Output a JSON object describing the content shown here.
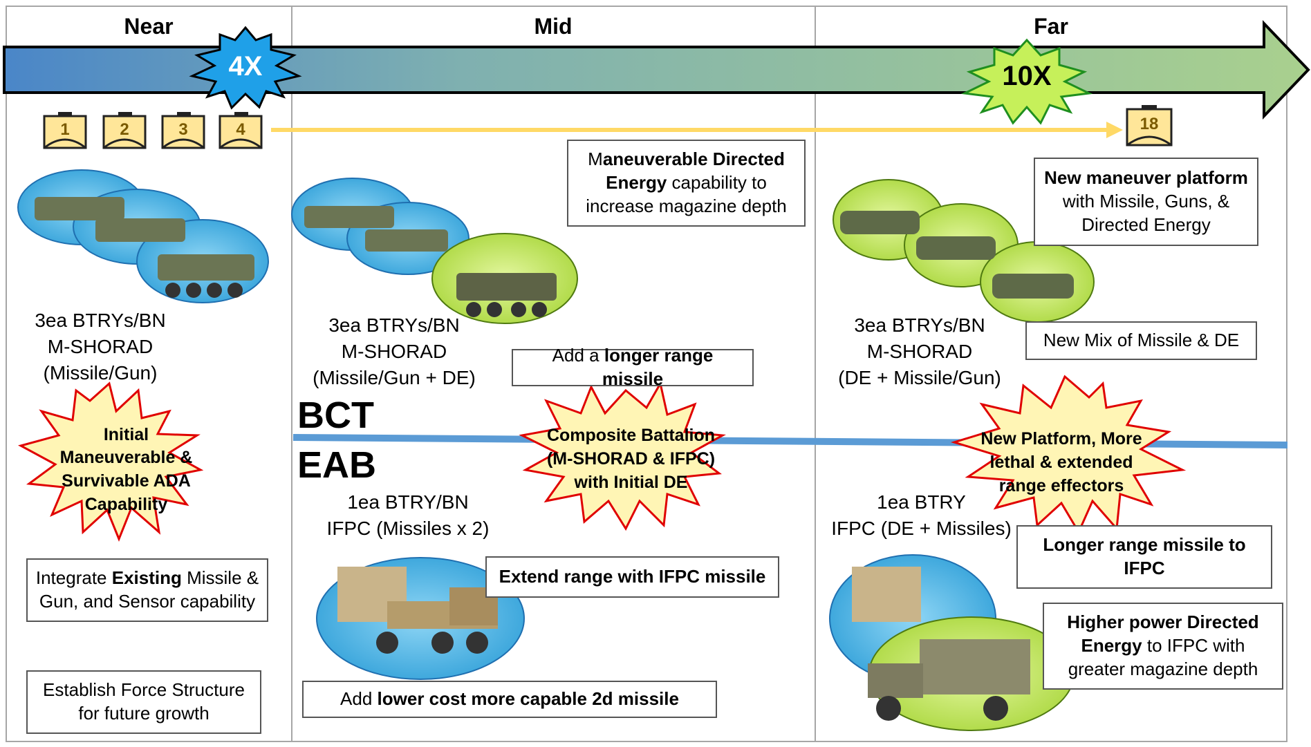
{
  "phases": {
    "near": "Near",
    "mid": "Mid",
    "far": "Far"
  },
  "multipliers": {
    "near": "4X",
    "far": "10X"
  },
  "battery_badges": [
    "1",
    "2",
    "3",
    "4",
    "18"
  ],
  "layers": {
    "bct": "BCT",
    "eab": "EAB"
  },
  "near": {
    "bct_label": [
      "3ea BTRYs/BN",
      "M-SHORAD",
      "(Missile/Gun)"
    ],
    "star": "Initial Maneuverable & Survivable ADA Capability",
    "box_integrate": {
      "pre": "Integrate ",
      "bold": "Existing",
      "post": " Missile & Gun, and Sensor capability"
    },
    "box_establish": "Establish Force Structure for future growth"
  },
  "mid": {
    "box_de": {
      "pre": "M",
      "bold": "aneuverable Directed Energy",
      "post": " capability to increase magazine depth"
    },
    "bct_label": [
      "3ea BTRYs/BN",
      "M-SHORAD",
      "(Missile/Gun + DE)"
    ],
    "box_longer": {
      "pre": "Add a ",
      "bold": "longer range missile"
    },
    "star": "Composite Battalion (M-SHORAD & IFPC) with Initial DE",
    "eab_label": [
      "1ea BTRY/BN",
      "IFPC (Missiles  x 2)"
    ],
    "box_extend": "Extend range with IFPC missile",
    "box_lower": {
      "pre": "Add ",
      "bold": "lower cost more capable 2d missile"
    }
  },
  "far": {
    "box_platform": {
      "bold": "New maneuver platform",
      "post": " with Missile, Guns, & Directed Energy"
    },
    "bct_label": [
      "3ea BTRYs/BN",
      "M-SHORAD",
      "(DE + Missile/Gun)"
    ],
    "box_mix": "New Mix of Missile & DE",
    "star": "New Platform, More lethal & extended range effectors",
    "eab_label": [
      "1ea BTRY",
      "IFPC (DE + Missiles)"
    ],
    "box_longer_ifpc": "Longer range missile to IFPC",
    "box_higher": {
      "bold": "Higher power Directed Energy",
      "post": " to IFPC with greater magazine depth"
    }
  },
  "colors": {
    "arrow_start": "#4a86c8",
    "arrow_end": "#a9d08e",
    "star_fill": "#fff5b5",
    "star_stroke": "#e00000",
    "badge_fill": "#ffe699",
    "timeline": "#ffd966",
    "divider": "#5b9bd5",
    "oval_blue": "#4fb3e6",
    "oval_green": "#b6e24a"
  }
}
